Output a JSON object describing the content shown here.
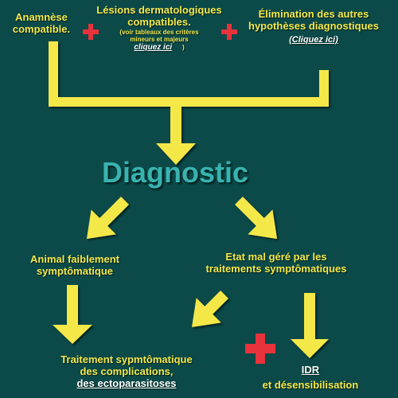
{
  "top": {
    "anamnese": [
      "Anamnèse",
      "compatible."
    ],
    "lesions_main": [
      "Lésions dermatologiques",
      "compatibles."
    ],
    "lesions_note": [
      "(voir tableaux des critères",
      "mineurs et majeurs"
    ],
    "lesions_link": "cliquez ici",
    "lesions_close": ")",
    "elimination": [
      "Élimination des autres",
      "hypothèses diagnostiques"
    ],
    "elimination_link": "(Cliquez ici)"
  },
  "center": {
    "title": "Diagnostic"
  },
  "branches": {
    "left": [
      "Animal faiblement",
      "symptômatique"
    ],
    "right": [
      "Etat mal géré par les",
      "traitements symptômatiques"
    ]
  },
  "bottom": {
    "treatment": [
      "Traitement sypmtômatique",
      "des complications,"
    ],
    "treatment_link": "des ectoparasitoses",
    "idr_link": "IDR",
    "idr_text": "et désensibilisation"
  },
  "colors": {
    "background": "#0b4a48",
    "text": "#f4e84a",
    "plus": "#e8323c",
    "title": "#39b3b0",
    "arrow": "#f4e84a"
  }
}
